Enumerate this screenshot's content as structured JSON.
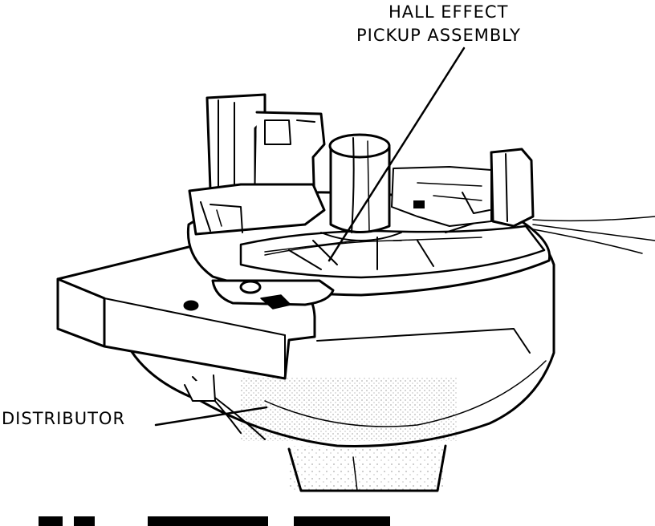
{
  "figure": {
    "subject": "distributor with hall effect pickup assembly",
    "labels": {
      "hall_line1": "HALL EFFECT",
      "hall_line2": "PICKUP ASSEMBLY",
      "distributor": "DISTRIBUTOR"
    },
    "colors": {
      "ink": "#000000",
      "paper": "#ffffff"
    }
  }
}
